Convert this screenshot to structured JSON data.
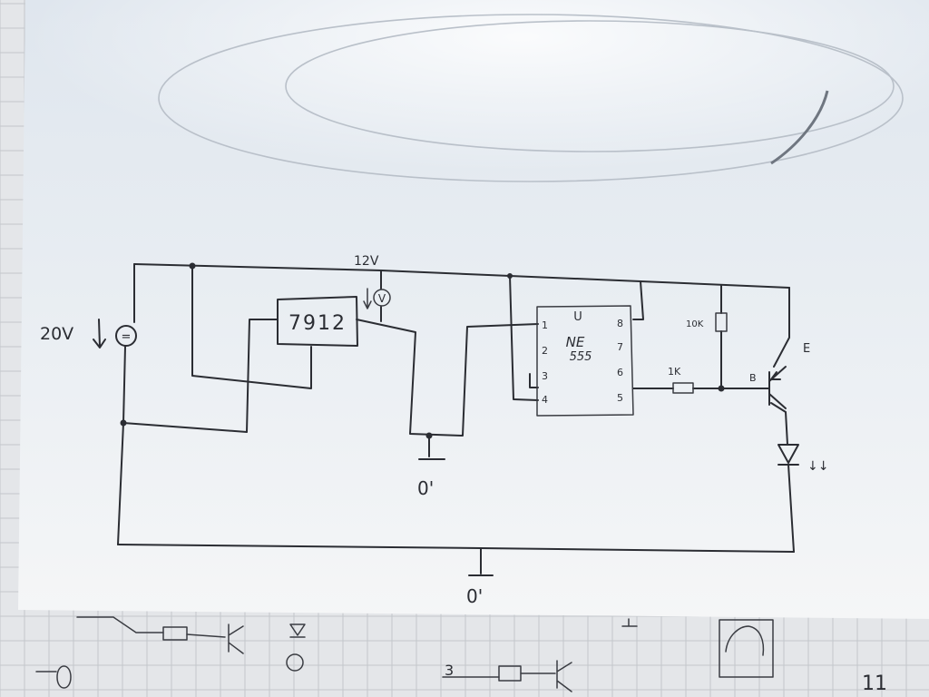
{
  "labels": {
    "source_voltage": "20V",
    "source_symbol": "=",
    "rail_voltage": "12V",
    "meter_symbol": "V",
    "regulator": "7912",
    "ic_name": "NE",
    "ic_number": "555",
    "pin_1": "1",
    "pin_2": "2",
    "pin_3": "3",
    "pin_4": "4",
    "pin_5": "5",
    "pin_6": "6",
    "pin_7": "7",
    "pin_8": "8",
    "ic_notch": "U",
    "resistor_10k": "10K",
    "resistor_1k": "1K",
    "emitter": "E",
    "base": "B",
    "led_arrows": "↓↓",
    "ground_inner": "0'",
    "ground_outer": "0'",
    "page_number": "11",
    "lower_label_3": "3"
  },
  "colors": {
    "ink": "#2b2d33",
    "paper": "#f4f5f7",
    "grid_paper": "#e6e8eb"
  }
}
